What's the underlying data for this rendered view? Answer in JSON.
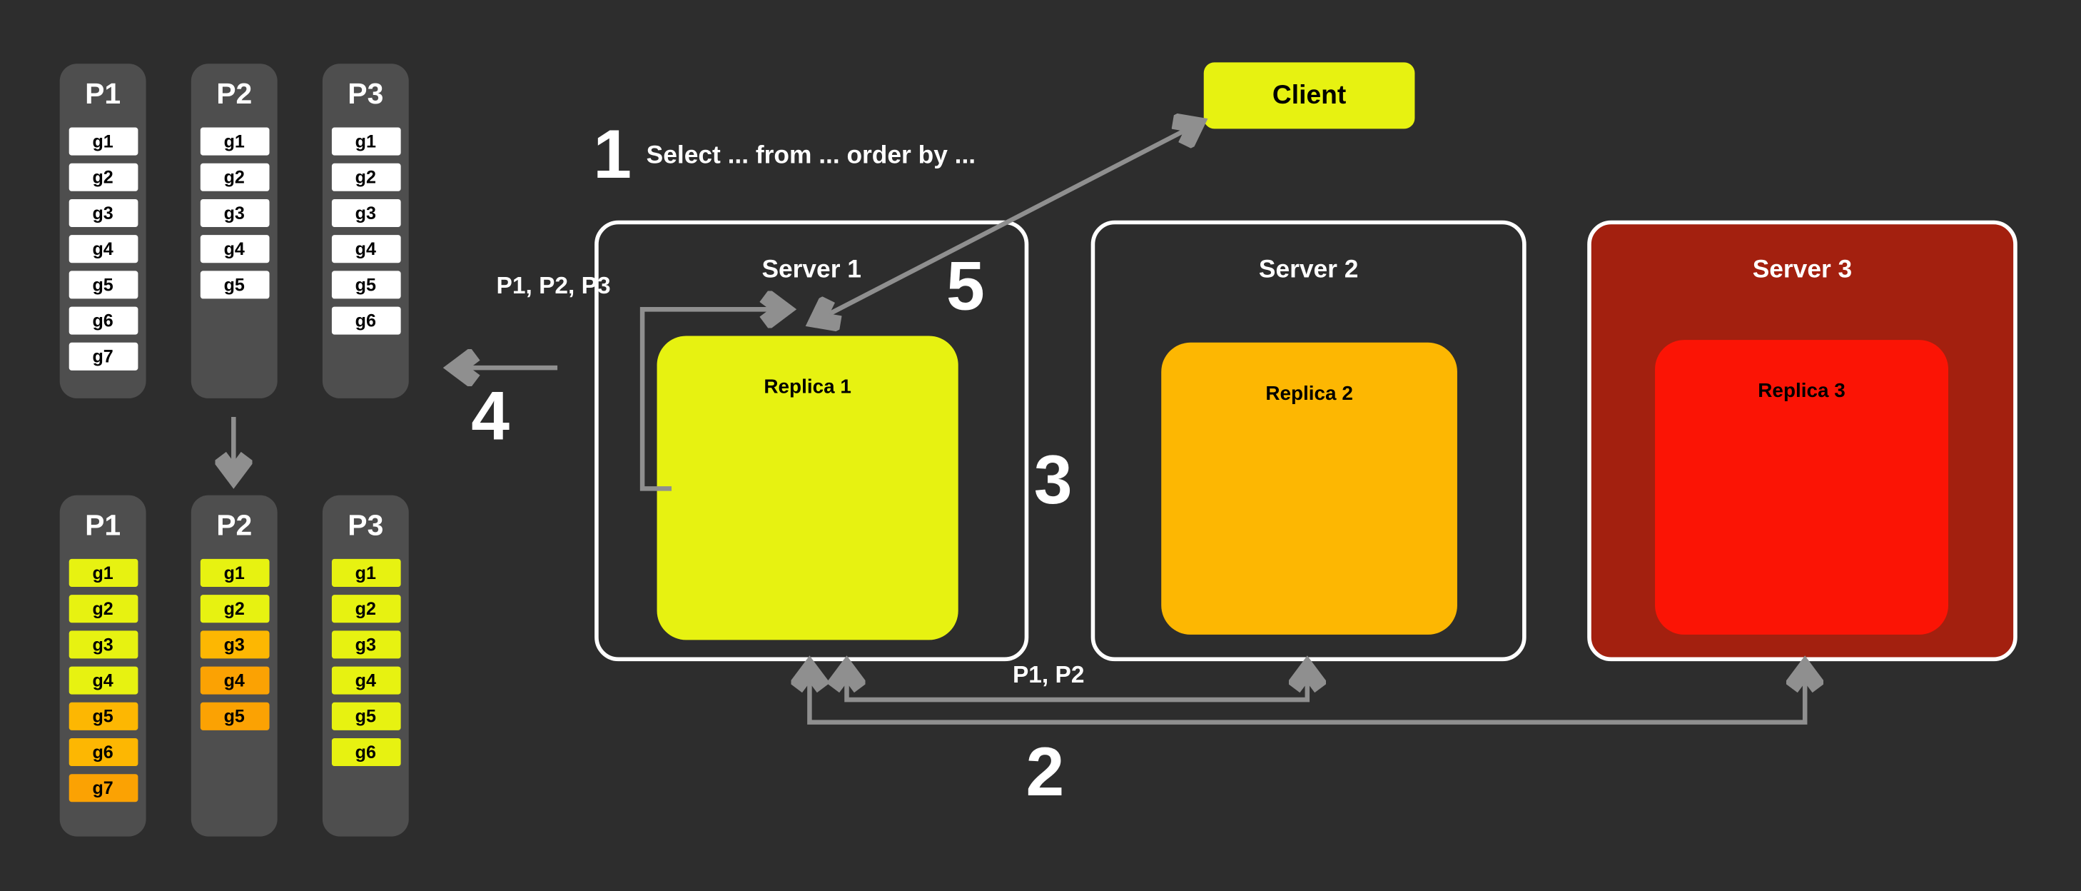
{
  "colors": {
    "background": "#2d2d2d",
    "panel": "#4e4e4e",
    "white": "#ffffff",
    "yellow": "#e7f211",
    "orange": "#fdb702",
    "amber": "#fba203",
    "red": "#fb1405",
    "dark_red": "#a3200f",
    "arrow": "#8f8f8f"
  },
  "client": {
    "label": "Client"
  },
  "steps": {
    "one": {
      "number": "1",
      "query": "Select ... from ... order by ..."
    },
    "two": {
      "number": "2"
    },
    "three": {
      "number": "3"
    },
    "four": {
      "number": "4"
    },
    "five": {
      "number": "5"
    }
  },
  "labels": {
    "partitions_to_merge": "P1, P2, P3",
    "shuffled_partitions": "P1, P2"
  },
  "servers": [
    {
      "name": "Server 1",
      "replica": "Replica 1"
    },
    {
      "name": "Server 2",
      "replica": "Replica 2"
    },
    {
      "name": "Server 3",
      "replica": "Replica 3"
    }
  ],
  "partitions_unsorted": [
    {
      "name": "P1",
      "cells": [
        "g1",
        "g2",
        "g3",
        "g4",
        "g5",
        "g6",
        "g7"
      ]
    },
    {
      "name": "P2",
      "cells": [
        "g1",
        "g2",
        "g3",
        "g4",
        "g5"
      ]
    },
    {
      "name": "P3",
      "cells": [
        "g1",
        "g2",
        "g3",
        "g4",
        "g5",
        "g6"
      ]
    }
  ],
  "partitions_sorted": [
    {
      "name": "P1",
      "cells": [
        {
          "label": "g1",
          "color": "yellow"
        },
        {
          "label": "g2",
          "color": "yellow"
        },
        {
          "label": "g3",
          "color": "yellow"
        },
        {
          "label": "g4",
          "color": "yellow"
        },
        {
          "label": "g5",
          "color": "orange"
        },
        {
          "label": "g6",
          "color": "orange"
        },
        {
          "label": "g7",
          "color": "amber"
        }
      ]
    },
    {
      "name": "P2",
      "cells": [
        {
          "label": "g1",
          "color": "yellow"
        },
        {
          "label": "g2",
          "color": "yellow"
        },
        {
          "label": "g3",
          "color": "orange"
        },
        {
          "label": "g4",
          "color": "amber"
        },
        {
          "label": "g5",
          "color": "amber"
        }
      ]
    },
    {
      "name": "P3",
      "cells": [
        {
          "label": "g1",
          "color": "yellow"
        },
        {
          "label": "g2",
          "color": "yellow"
        },
        {
          "label": "g3",
          "color": "yellow"
        },
        {
          "label": "g4",
          "color": "yellow"
        },
        {
          "label": "g5",
          "color": "yellow"
        },
        {
          "label": "g6",
          "color": "yellow"
        }
      ]
    }
  ]
}
